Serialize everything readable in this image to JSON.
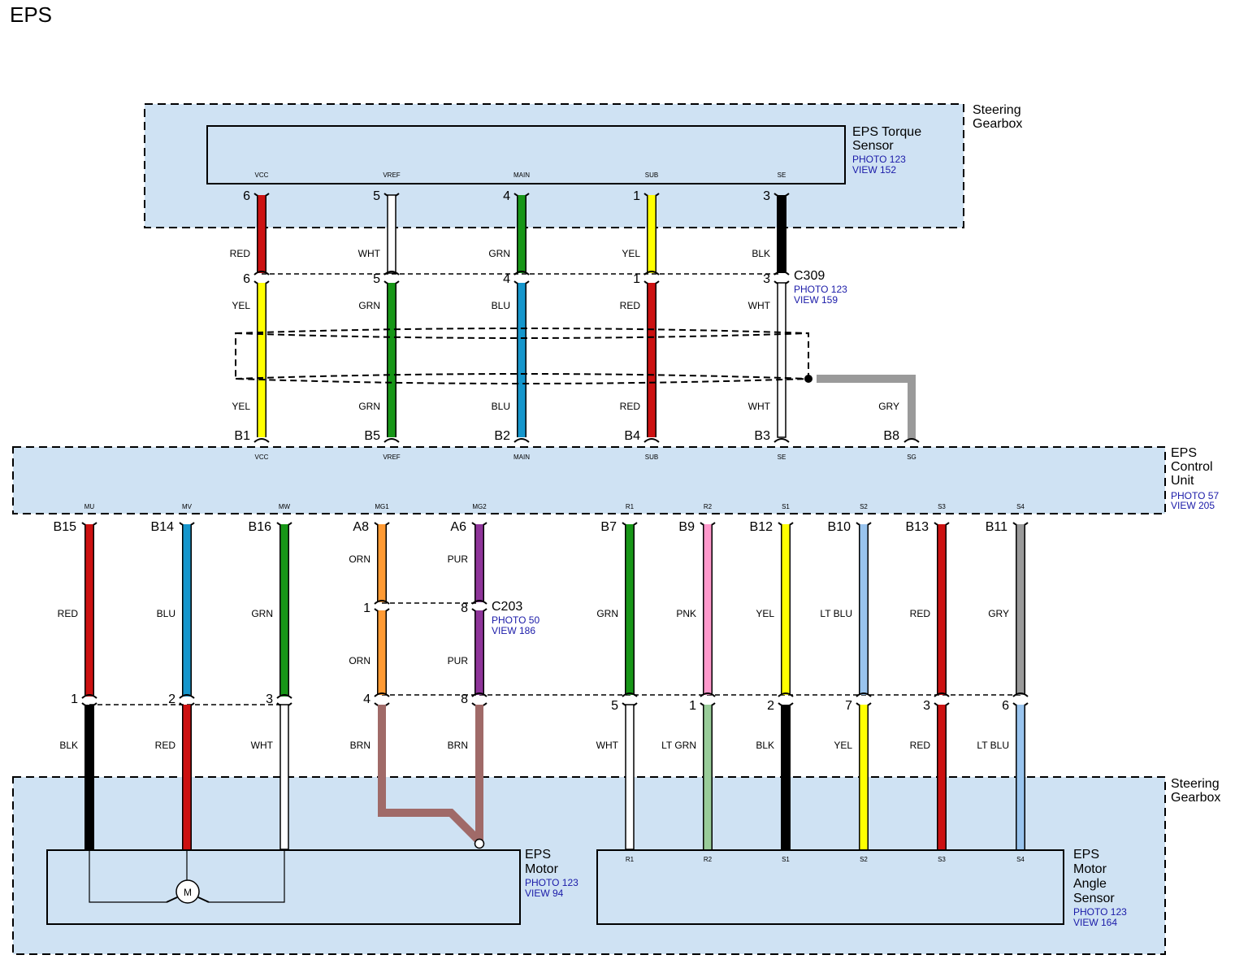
{
  "page_title": "EPS",
  "colors": {
    "RED": "#cc1111",
    "WHT": "#ffffff",
    "GRN": "#179617",
    "YEL": "#ffff00",
    "BLK": "#000000",
    "BLU": "#1596cc",
    "GRY": "#9a9a9a",
    "ORN": "#ff9a33",
    "PUR": "#8e3499",
    "BRN": "#a06a68",
    "PNK": "#ff99cc",
    "LT BLU": "#99c4ee",
    "LT GRN": "#99cc99",
    "zone_fill": "#cfe2f3"
  },
  "zones": {
    "top_label": "Steering\nGearbox",
    "bottom_label": "Steering\nGearbox"
  },
  "components": {
    "torque_sensor": {
      "name": "EPS Torque\nSensor",
      "ref": "PHOTO 123\nVIEW 152"
    },
    "control_unit": {
      "name": "EPS\nControl\nUnit",
      "ref": "PHOTO 57\nVIEW 205"
    },
    "motor": {
      "name": "EPS\nMotor",
      "ref": "PHOTO 123\nVIEW 94",
      "symbol": "M"
    },
    "angle_sensor": {
      "name": "EPS\nMotor\nAngle\nSensor",
      "ref": "PHOTO 123\nVIEW 164"
    }
  },
  "connectors": {
    "c309": {
      "name": "C309",
      "ref": "PHOTO 123\nVIEW 159"
    },
    "c203": {
      "name": "C203",
      "ref": "PHOTO 50\nVIEW 186"
    }
  },
  "torque_circuits": [
    {
      "sensor_pin": "VCC",
      "sensor_num": "6",
      "upper_color": "RED",
      "c309_num": "6",
      "lower_color": "YEL",
      "ecu_pin": "B1",
      "ecu_name": "VCC"
    },
    {
      "sensor_pin": "VREF",
      "sensor_num": "5",
      "upper_color": "WHT",
      "c309_num": "5",
      "lower_color": "GRN",
      "ecu_pin": "B5",
      "ecu_name": "VREF"
    },
    {
      "sensor_pin": "MAIN",
      "sensor_num": "4",
      "upper_color": "GRN",
      "c309_num": "4",
      "lower_color": "BLU",
      "ecu_pin": "B2",
      "ecu_name": "MAIN"
    },
    {
      "sensor_pin": "SUB",
      "sensor_num": "1",
      "upper_color": "YEL",
      "c309_num": "1",
      "lower_color": "RED",
      "ecu_pin": "B4",
      "ecu_name": "SUB"
    },
    {
      "sensor_pin": "SE",
      "sensor_num": "3",
      "upper_color": "BLK",
      "c309_num": "3",
      "lower_color": "WHT",
      "ecu_pin": "B3",
      "ecu_name": "SE"
    }
  ],
  "shield_wire": {
    "color": "GRY",
    "ecu_pin": "B8",
    "ecu_name": "SG"
  },
  "motor_circuits": [
    {
      "ecu_name": "MU",
      "ecu_pin": "B15",
      "upper_color": "RED",
      "inline_num": "1",
      "lower_color": "BLK"
    },
    {
      "ecu_name": "MV",
      "ecu_pin": "B14",
      "upper_color": "BLU",
      "inline_num": "2",
      "lower_color": "RED"
    },
    {
      "ecu_name": "MW",
      "ecu_pin": "B16",
      "upper_color": "GRN",
      "inline_num": "3",
      "lower_color": "WHT"
    }
  ],
  "ground_circuits": [
    {
      "ecu_name": "MG1",
      "ecu_pin": "A8",
      "color_a": "ORN",
      "c203_num": "1",
      "color_b": "ORN",
      "inline_num": "4",
      "lower_color": "BRN"
    },
    {
      "ecu_name": "MG2",
      "ecu_pin": "A6",
      "color_a": "PUR",
      "c203_num": "8",
      "color_b": "PUR",
      "inline_num": "8",
      "lower_color": "BRN"
    }
  ],
  "angle_circuits": [
    {
      "ecu_name": "R1",
      "ecu_pin": "B7",
      "upper_color": "GRN",
      "inline_num": "5",
      "lower_color": "WHT",
      "sensor_pin": "R1"
    },
    {
      "ecu_name": "R2",
      "ecu_pin": "B9",
      "upper_color": "PNK",
      "inline_num": "1",
      "lower_color": "LT GRN",
      "sensor_pin": "R2"
    },
    {
      "ecu_name": "S1",
      "ecu_pin": "B12",
      "upper_color": "YEL",
      "inline_num": "2",
      "lower_color": "BLK",
      "sensor_pin": "S1"
    },
    {
      "ecu_name": "S2",
      "ecu_pin": "B10",
      "upper_color": "LT BLU",
      "inline_num": "7",
      "lower_color": "YEL",
      "sensor_pin": "S2"
    },
    {
      "ecu_name": "S3",
      "ecu_pin": "B13",
      "upper_color": "RED",
      "inline_num": "3",
      "lower_color": "RED",
      "sensor_pin": "S3"
    },
    {
      "ecu_name": "S4",
      "ecu_pin": "B11",
      "upper_color": "GRY",
      "inline_num": "6",
      "lower_color": "LT BLU",
      "sensor_pin": "S4"
    }
  ]
}
